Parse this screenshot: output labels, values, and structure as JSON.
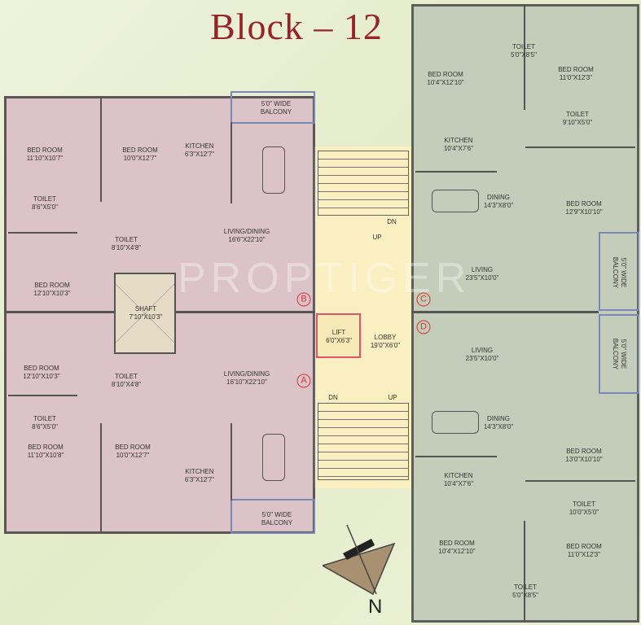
{
  "title": "Block – 12",
  "watermark": "PROPTIGER",
  "colors": {
    "unit_left": "#dbc3c8",
    "lobby": "#faefc0",
    "unit_right": "#c3cdb9",
    "title": "#96232a",
    "markers": "#dd3333"
  },
  "left_top": {
    "bed1": {
      "name": "BED ROOM",
      "size": "11'10\"X10'7\""
    },
    "bed2": {
      "name": "BED ROOM",
      "size": "10'0\"X12'7\""
    },
    "kitchen": {
      "name": "KITCHEN",
      "size": "6'3\"X12'7\""
    },
    "balcony": {
      "name": "5'0\" WIDE",
      "name2": "BALCONY"
    },
    "toilet1": {
      "name": "TOILET",
      "size": "8'6\"X5'0\""
    },
    "living": {
      "name": "LIVING/DINING",
      "size": "16'6\"X22'10\""
    },
    "toilet2": {
      "name": "TOILET",
      "size": "8'10\"X4'8\""
    },
    "bed3": {
      "name": "BED ROOM",
      "size": "12'10\"X10'3\""
    },
    "shaft": {
      "name": "SHAFT",
      "size": "7'10\"X10'3\""
    }
  },
  "left_bottom": {
    "bed1": {
      "name": "BED ROOM",
      "size": "12'10\"X10'3\""
    },
    "toilet1": {
      "name": "TOILET",
      "size": "8'10\"X4'8\""
    },
    "living": {
      "name": "LIVING/DINING",
      "size": "16'10\"X22'10\""
    },
    "toilet2": {
      "name": "TOILET",
      "size": "8'6\"X5'0\""
    },
    "bed2": {
      "name": "BED ROOM",
      "size": "11'10\"X10'8\""
    },
    "bed3": {
      "name": "BED ROOM",
      "size": "10'0\"X12'7\""
    },
    "kitchen": {
      "name": "KITCHEN",
      "size": "6'3\"X12'7\""
    },
    "balcony": {
      "name": "5'0\" WIDE",
      "name2": "BALCONY"
    }
  },
  "markers": {
    "a": "A",
    "b": "B",
    "c": "C",
    "d": "D"
  },
  "core": {
    "lift": {
      "name": "LIFT",
      "size": "6'0\"X6'3\""
    },
    "lobby": {
      "name": "LOBBY",
      "size": "19'0\"X6'0\""
    },
    "stair_top_dn": "DN",
    "stair_top_up": "UP",
    "stair_bot_dn": "DN",
    "stair_bot_up": "UP"
  },
  "right_top": {
    "toilet1": {
      "name": "TOILET",
      "size": "5'0\"X8'5\""
    },
    "bed1": {
      "name": "BED ROOM",
      "size": "10'4\"X12'10\""
    },
    "bed2": {
      "name": "BED ROOM",
      "size": "11'0\"X12'3\""
    },
    "toilet2": {
      "name": "TOILET",
      "size": "9'10\"X5'0\""
    },
    "kitchen": {
      "name": "KITCHEN",
      "size": "10'4\"X7'6\""
    },
    "dining": {
      "name": "DINING",
      "size": "14'3\"X8'0\""
    },
    "bed3": {
      "name": "BED ROOM",
      "size": "12'9\"X10'10\""
    },
    "living": {
      "name": "LIVING",
      "size": "23'5\"X10'0\""
    },
    "balcony": {
      "name": "5'0\" WIDE",
      "name2": "BALCONY"
    }
  },
  "right_bottom": {
    "living": {
      "name": "LIVING",
      "size": "23'5\"X10'0\""
    },
    "balcony": {
      "name": "5'0\" WIDE",
      "name2": "BALCONY"
    },
    "dining": {
      "name": "DINING",
      "size": "14'3\"X8'0\""
    },
    "bed1": {
      "name": "BED ROOM",
      "size": "13'0\"X10'10\""
    },
    "kitchen": {
      "name": "KITCHEN",
      "size": "10'4\"X7'6\""
    },
    "toilet1": {
      "name": "TOILET",
      "size": "10'0\"X5'0\""
    },
    "bed2": {
      "name": "BED ROOM",
      "size": "10'4\"X12'10\""
    },
    "bed3": {
      "name": "BED ROOM",
      "size": "11'0\"X12'3\""
    },
    "toilet2": {
      "name": "TOILET",
      "size": "5'0\"X8'5\""
    }
  },
  "compass": {
    "label": "N",
    "icon": "north-arrow-icon"
  }
}
